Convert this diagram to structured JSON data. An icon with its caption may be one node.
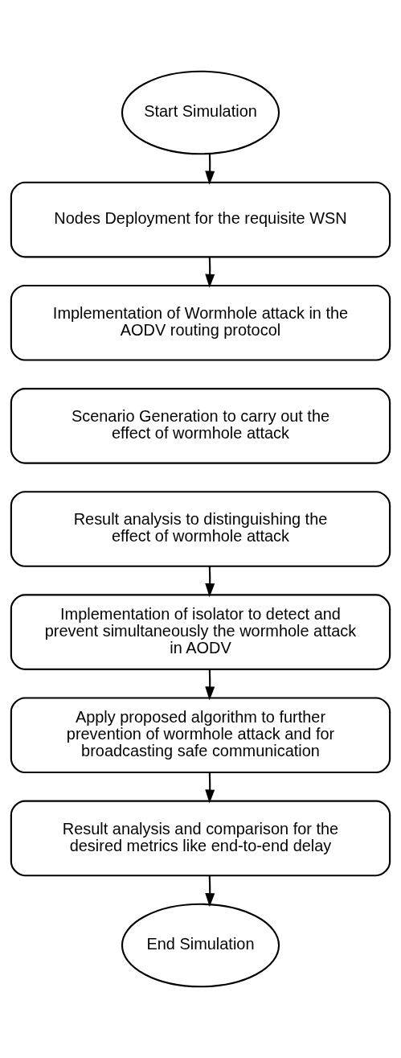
{
  "diagram": {
    "nodes": [
      {
        "text": [
          "Start Simulation"
        ]
      },
      {
        "text": [
          "Nodes Deployment for the requisite WSN"
        ]
      },
      {
        "text": [
          "Implementation of Wormhole attack in the AODV routing protocol"
        ]
      },
      {
        "text": [
          "Scenario Generation to carry out the effect of wormhole attack"
        ]
      },
      {
        "text": [
          "Result analysis to distinguishing the effect of wormhole attack"
        ]
      },
      {
        "text": [
          "Implementation of isolator to detect and prevent simultaneously the wormhole attack in AODV"
        ]
      },
      {
        "text": [
          "Apply proposed algorithm to further prevention of wormhole attack and for broadcasting safe communication"
        ]
      },
      {
        "text": [
          "Result analysis and comparison for the desired metrics like end-to-end delay"
        ]
      },
      {
        "text": [
          "End Simulation"
        ]
      }
    ],
    "edges": [
      {
        "from": 0,
        "to": 1,
        "arrow": "to"
      },
      {
        "from": 1,
        "to": 2,
        "arrow": "to"
      },
      {
        "from": 4,
        "to": 5,
        "arrow": "to"
      },
      {
        "from": 5,
        "to": 6,
        "arrow": "to"
      },
      {
        "from": 6,
        "to": 7,
        "arrow": "to"
      },
      {
        "from": 7,
        "to": 8,
        "arrow": "to"
      }
    ]
  }
}
